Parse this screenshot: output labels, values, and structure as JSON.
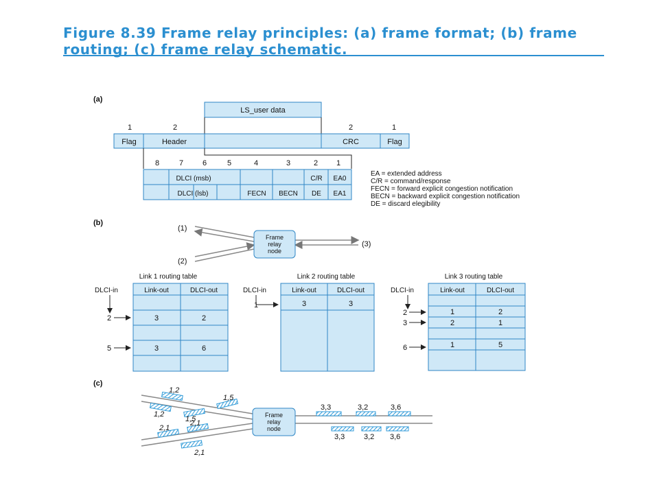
{
  "title": {
    "line1": "Figure 8.39  Frame relay principles: (a) frame format; (b) frame",
    "line2": "routing; (c) frame relay schematic."
  },
  "colors": {
    "title_blue": "#2b8fd0",
    "box_fill": "#cfe8f7",
    "box_stroke": "#2f86c5",
    "hatch": "#2f9ad8"
  },
  "part_a": {
    "label": "(a)",
    "ls_user_data": "LS_user data",
    "field_sizes": [
      "1",
      "2",
      "2",
      "1"
    ],
    "fields": [
      "Flag",
      "Header",
      "CRC",
      "Flag"
    ],
    "bit_numbers": [
      "8",
      "7",
      "6",
      "5",
      "4",
      "3",
      "2",
      "1"
    ],
    "row1": {
      "dlci_msb": "DLCI (msb)",
      "cr": "C/R",
      "ea0": "EA0"
    },
    "row2": {
      "dlci_lsb": "DLCI (lsb)",
      "fecn": "FECN",
      "becn": "BECN",
      "de": "DE",
      "ea1": "EA1"
    },
    "legend": [
      "EA = extended address",
      "C/R = command/response",
      "FECN = forward explicit congestion notification",
      "BECN = backward explicit congestion notification",
      "DE = discard elegibility"
    ]
  },
  "part_b": {
    "label": "(b)",
    "links": [
      "(1)",
      "(2)",
      "(3)"
    ],
    "node": [
      "Frame",
      "relay",
      "node"
    ],
    "tables": [
      {
        "title": "Link 1 routing table",
        "dlci_in_label": "DLCI-in",
        "col1": "Link-out",
        "col2": "DLCI-out",
        "rows": [
          {
            "in": "2",
            "link": "3",
            "dlci": "2"
          },
          {
            "in": "5",
            "link": "3",
            "dlci": "6"
          }
        ]
      },
      {
        "title": "Link 2 routing table",
        "dlci_in_label": "DLCI-in",
        "col1": "Link-out",
        "col2": "DLCI-out",
        "rows": [
          {
            "in": "1",
            "link": "3",
            "dlci": "3"
          }
        ]
      },
      {
        "title": "Link 3 routing table",
        "dlci_in_label": "DLCI-in",
        "col1": "Link-out",
        "col2": "DLCI-out",
        "rows": [
          {
            "in": "2",
            "link": "1",
            "dlci": "2"
          },
          {
            "in": "3",
            "link": "2",
            "dlci": "1"
          },
          {
            "in": "6",
            "link": "1",
            "dlci": "5"
          }
        ]
      }
    ]
  },
  "part_c": {
    "label": "(c)",
    "node": [
      "Frame",
      "relay",
      "node"
    ],
    "frame_labels": [
      "1,2",
      "1,5",
      "1,2",
      "1,5",
      "2,1",
      "2,1",
      "2,1",
      "3,3",
      "3,2",
      "3,6",
      "3,3",
      "3,2",
      "3,6"
    ]
  }
}
